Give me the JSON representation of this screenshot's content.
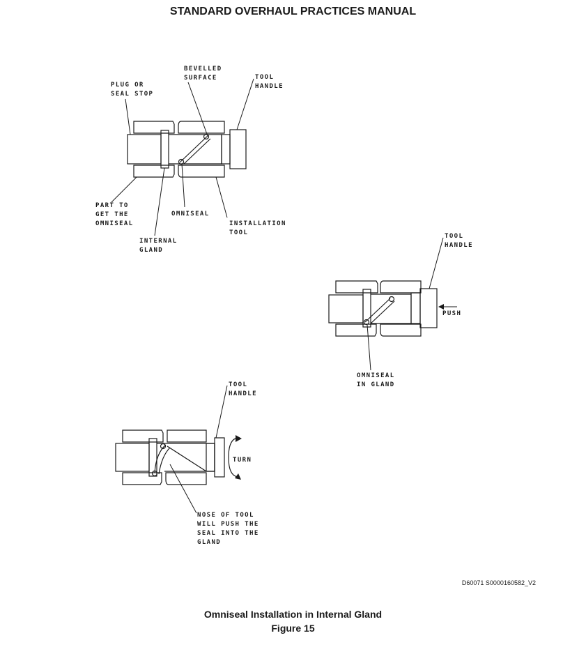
{
  "header": {
    "title": "STANDARD OVERHAUL PRACTICES MANUAL"
  },
  "diagram": {
    "view1": {
      "bevelled_surface": [
        "BEVELLED",
        "SURFACE"
      ],
      "tool_handle": [
        "TOOL",
        "HANDLE"
      ],
      "plug_or_seal_stop": [
        "PLUG OR",
        "SEAL STOP"
      ],
      "part_to_get_omniseal": [
        "PART TO",
        "GET THE",
        "OMNISEAL"
      ],
      "omniseal": "OMNISEAL",
      "installation_tool": [
        "INSTALLATION",
        "TOOL"
      ],
      "internal_gland": [
        "INTERNAL",
        "GLAND"
      ]
    },
    "view2": {
      "tool_handle": [
        "TOOL",
        "HANDLE"
      ],
      "push": "PUSH",
      "omniseal_in_gland": [
        "OMNISEAL",
        "IN GLAND"
      ]
    },
    "view3": {
      "tool_handle": [
        "TOOL",
        "HANDLE"
      ],
      "turn": "TURN",
      "nose_of_tool": [
        "NOSE OF TOOL",
        "WILL PUSH THE",
        "SEAL INTO THE",
        "GLAND"
      ]
    }
  },
  "footer": {
    "drawing_id": "D60071 S0000160582_V2",
    "figure_title": "Omniseal Installation in Internal Gland",
    "figure_number": "Figure 15"
  }
}
